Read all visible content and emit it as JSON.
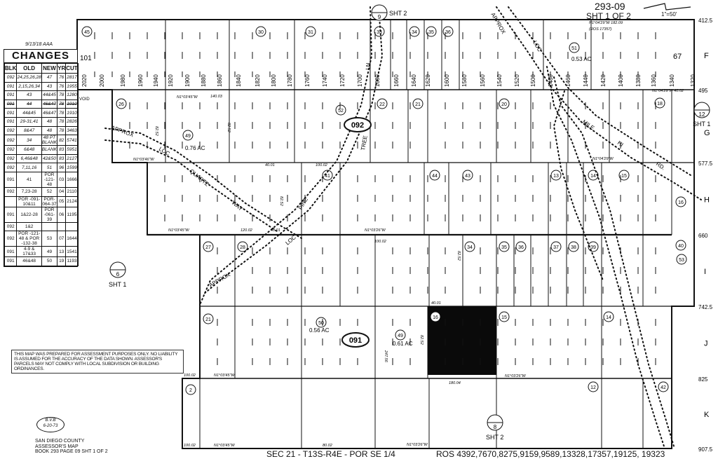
{
  "header": {
    "map_number": "293-09",
    "sheet": "SHT 1 OF 2",
    "scale": "1\"=50'",
    "date_note": "9/13/18 AAA"
  },
  "changes": {
    "title": "CHANGES",
    "columns": [
      "BLK",
      "OLD",
      "NEW",
      "YR",
      "CUT"
    ],
    "rows": [
      [
        "092",
        "24,25,26,28",
        "47",
        "76",
        "2817"
      ],
      [
        "091",
        "2,15,26,34",
        "43",
        "76",
        "1955"
      ],
      [
        "091",
        "43",
        "44&45",
        "78",
        "1280"
      ],
      [
        "091",
        "44",
        "46&47",
        "78",
        "1910"
      ],
      [
        "091",
        "44&45",
        "46&47",
        "78",
        "1910"
      ],
      [
        "091",
        "29-31,41",
        "48",
        "78",
        "2826"
      ],
      [
        "092",
        "8&47",
        "48",
        "78",
        "3463"
      ],
      [
        "092",
        "34",
        "48 PT BLANK",
        "82",
        "5741"
      ],
      [
        "092",
        "6&48",
        "BLANK",
        "83",
        "5951"
      ],
      [
        "092",
        "6,46&48",
        "42&50",
        "83",
        "2127"
      ],
      [
        "092",
        "7,11,16",
        "51",
        "96",
        "1599"
      ],
      [
        "091",
        "41",
        "POR -121-48",
        "03",
        "1666"
      ],
      [
        "092",
        "7,23-28",
        "52",
        "04",
        "2110"
      ],
      [
        "",
        "POR -091-10&11",
        "POR-064-37",
        "05",
        "2124"
      ],
      [
        "091",
        "1&22-28",
        "POR -061-39",
        "06",
        "1195"
      ],
      [
        "092",
        "1&2",
        "",
        "",
        ""
      ],
      [
        "092",
        "POR -121-48 & POR -132-38",
        "53",
        "07",
        "1644"
      ],
      [
        "091",
        "4-9 & 17&33",
        "49",
        "13",
        "1541"
      ],
      [
        "091",
        "46&48",
        "50",
        "19",
        "1193"
      ]
    ],
    "void_label": "VOID"
  },
  "map": {
    "row_letters": [
      "F",
      "G",
      "H",
      "I",
      "J",
      "K"
    ],
    "row_distances": [
      "412.5",
      "495",
      "577.5",
      "660",
      "742.5",
      "825",
      "907.5"
    ],
    "block_labels": [
      "092",
      "091"
    ],
    "parcels": [
      "45",
      "30",
      "31",
      "33",
      "34",
      "35",
      "36",
      "51",
      "26",
      "49",
      "52",
      "22",
      "21",
      "20",
      "18",
      "41",
      "44",
      "43",
      "13",
      "14",
      "15",
      "16",
      "27",
      "28",
      "34",
      "35",
      "36",
      "37",
      "38",
      "39",
      "40",
      "53",
      "21",
      "50",
      "49",
      "16",
      "15",
      "14",
      "2",
      "12",
      "42"
    ],
    "acreage": [
      "0.53 AC",
      "0.76 AC",
      "0.56 AC",
      "0.61 AC"
    ],
    "lot_numbers": [
      "2020",
      "2000",
      "1980",
      "1960",
      "1940",
      "1920",
      "1900",
      "1880",
      "1860",
      "1840",
      "1820",
      "1800",
      "1780",
      "1760",
      "1740",
      "1720",
      "1700",
      "1680",
      "1660",
      "1640",
      "1620",
      "1600",
      "1580",
      "1560",
      "1540",
      "1520",
      "1500",
      "1480",
      "1460",
      "1440",
      "1420",
      "1400",
      "1380",
      "1360",
      "1340",
      "1320"
    ],
    "other_labels": [
      "101",
      "67"
    ],
    "street_labels": [
      "APPROX",
      "LOC",
      "QUARTZ",
      "WAY",
      "PINE",
      "TREE",
      "LN.",
      "MILE",
      "HI",
      "RD.",
      "APPROX",
      "LOC",
      "APPROX",
      "LOC"
    ],
    "bearings": [
      "N1°03'45\"W",
      "N1°03'46\"W",
      "N1°03'45\"W",
      "N1°03'26\"W",
      "N1°03'26\"W",
      "N1°03'45\"W",
      "N1°03'45\"W",
      "N1°03'26\"W",
      "N1°04'29\"W 182.09",
      "(ROS 17357)",
      "N1°04'29\"W",
      "N1°04'29\"W 40.02",
      "140.03",
      "100.02",
      "120.02",
      "40.01",
      "40.01",
      "100.02",
      "40.01",
      "180.04",
      "100.02",
      "100.02",
      "80.02",
      "82.52",
      "82.52",
      "82.52",
      "82.52",
      "82.52",
      "247.56"
    ],
    "sheet_refs": [
      {
        "num": "9",
        "label": "SHT 2"
      },
      {
        "num": "12",
        "label": "SHT 1"
      },
      {
        "num": "6",
        "label": "SHT 1"
      },
      {
        "num": "8",
        "label": "SHT 2"
      }
    ],
    "footer": "SEC 21 - T13S-R4E - POR SE 1/4",
    "ros": "ROS 4392,7670,8275,9159,9589,13328,17357,19125, 19323"
  },
  "disclaimer": "THIS MAP WAS PREPARED FOR ASSESSMENT PURPOSES ONLY. NO LIABILITY IS ASSUMED FOR THE ACCURACY OF THE DATA SHOWN. ASSESSOR'S PARCELS MAY NOT COMPLY WITH LOCAL SUBDIVISION OR BUILDING ORDINANCES.",
  "stamp": {
    "initials": "B.V.B",
    "date": "6-20-73"
  },
  "book": {
    "line1": "SAN DIEGO COUNTY",
    "line2": "ASSESSOR'S MAP",
    "line3": "BOOK 293 PAGE 09 SHT 1 OF 2"
  },
  "colors": {
    "ink": "#111111",
    "paper": "#ffffff",
    "filled_parcel": "#0a0a0a"
  }
}
